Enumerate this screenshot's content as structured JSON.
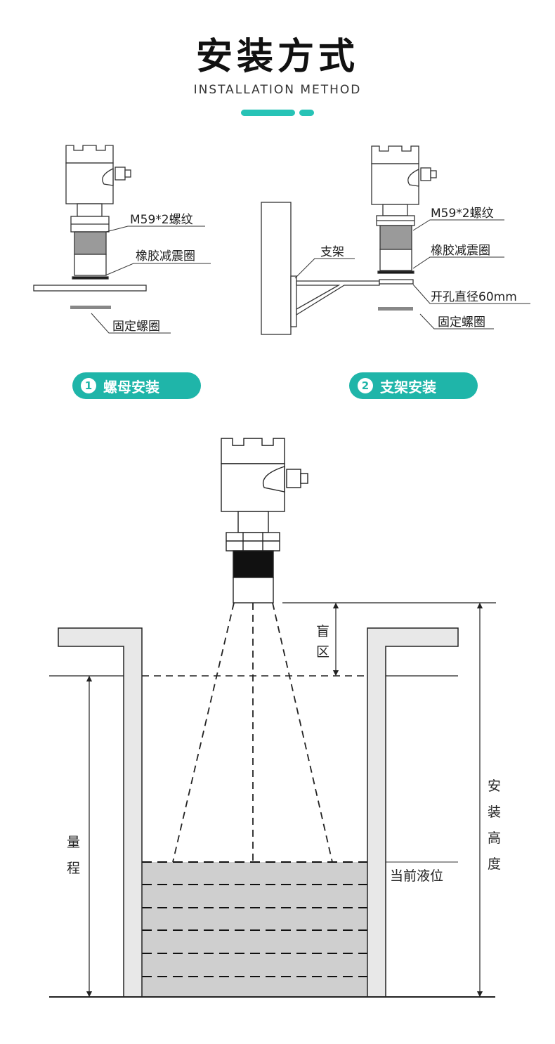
{
  "header": {
    "title": "安装方式",
    "subtitle": "INSTALLATION METHOD"
  },
  "accent_color": "#1fb5a9",
  "method1": {
    "thread_label": "M59*2螺纹",
    "rubber_label": "橡胶减震圈",
    "nut_label": "固定螺圈",
    "badge_number": "1",
    "badge_label": "螺母安装"
  },
  "method2": {
    "bracket_label": "支架",
    "thread_label": "M59*2螺纹",
    "rubber_label": "橡胶减震圈",
    "hole_label": "开孔直径60mm",
    "nut_label": "固定螺圈",
    "badge_number": "2",
    "badge_label": "支架安装"
  },
  "tank": {
    "blind_zone_label": [
      "盲",
      "区"
    ],
    "range_label": [
      "量",
      "程"
    ],
    "install_height_label": [
      "安",
      "装",
      "高",
      "度"
    ],
    "current_level_label": "当前液位"
  }
}
